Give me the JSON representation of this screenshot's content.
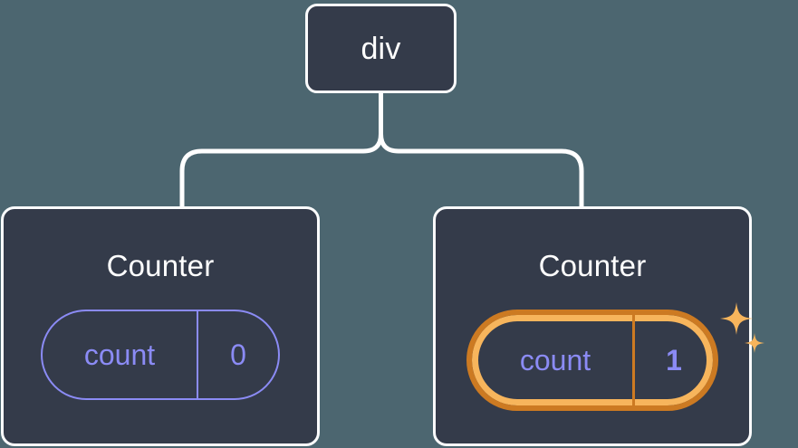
{
  "diagram": {
    "type": "component-tree",
    "background_color": "#4c6670",
    "node_fill_color": "#343b4a",
    "node_border_color": "#fbfcfd",
    "connector_color": "#ffffff",
    "accent_color": "#8b8bf5",
    "highlight_outer_color": "#cc7a22",
    "highlight_inner_color": "#f7b55c",
    "sparkle_color": "#f7b55c"
  },
  "root": {
    "label": "div"
  },
  "children": [
    {
      "title": "Counter",
      "state": {
        "key": "count",
        "value": "0"
      },
      "highlighted": false
    },
    {
      "title": "Counter",
      "state": {
        "key": "count",
        "value": "1"
      },
      "highlighted": true
    }
  ],
  "icons": {
    "sparkle_large": "sparkle-icon",
    "sparkle_small": "sparkle-icon"
  }
}
